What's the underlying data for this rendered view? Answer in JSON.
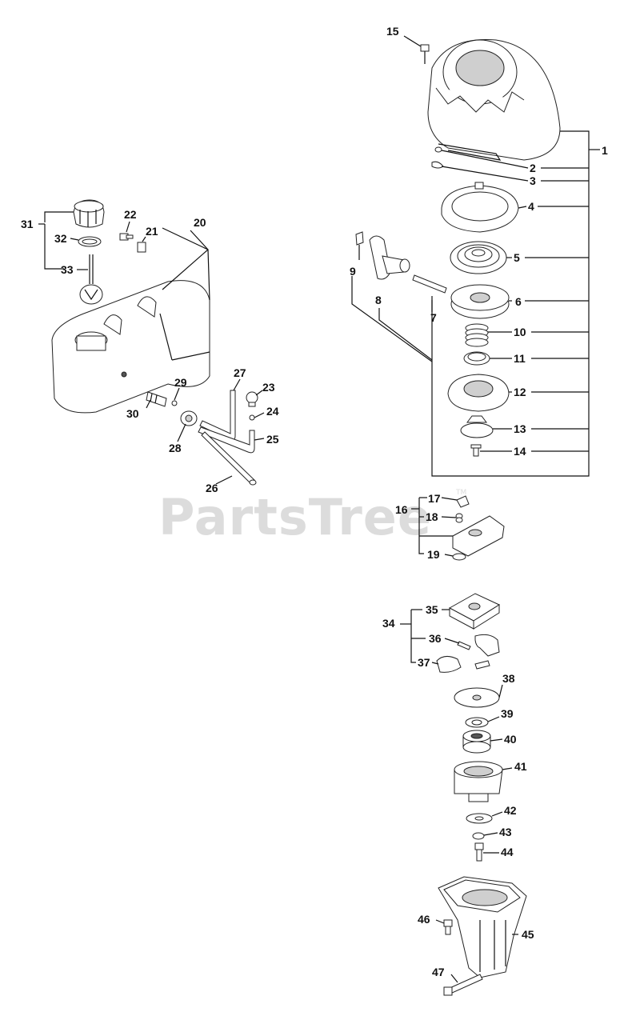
{
  "watermark": {
    "text": "PartsTree",
    "tm": "TM"
  },
  "callouts": {
    "c1": "1",
    "c2": "2",
    "c3": "3",
    "c4": "4",
    "c5": "5",
    "c6": "6",
    "c7": "7",
    "c8": "8",
    "c9": "9",
    "c10": "10",
    "c11": "11",
    "c12": "12",
    "c13": "13",
    "c14": "14",
    "c15": "15",
    "c16": "16",
    "c17": "17",
    "c18": "18",
    "c19": "19",
    "c20": "20",
    "c21": "21",
    "c22": "22",
    "c23": "23",
    "c24": "24",
    "c25": "25",
    "c26": "26",
    "c27": "27",
    "c28": "28",
    "c29": "29",
    "c30": "30",
    "c31": "31",
    "c32": "32",
    "c33": "33",
    "c34": "34",
    "c35": "35",
    "c36": "36",
    "c37": "37",
    "c38": "38",
    "c39": "39",
    "c40": "40",
    "c41": "41",
    "c42": "42",
    "c43": "43",
    "c44": "44",
    "c45": "45",
    "c46": "46",
    "c47": "47"
  }
}
